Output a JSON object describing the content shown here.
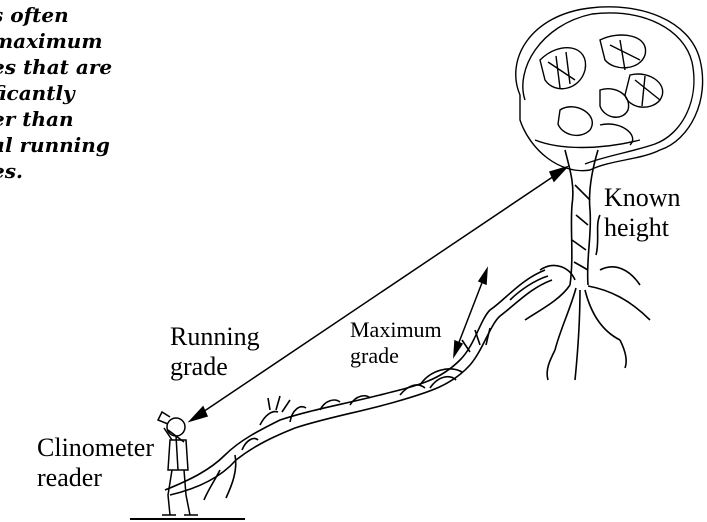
{
  "caption": {
    "lines": [
      "s often",
      "maximum",
      "es that are",
      "ficantly",
      "er than",
      "al running",
      "es."
    ]
  },
  "labels": {
    "known_height": [
      "Known",
      "height"
    ],
    "running_grade": [
      "Running",
      "grade"
    ],
    "maximum_grade": [
      "Maximum",
      "grade"
    ],
    "clinometer_reader": [
      "Clinometer",
      "reader"
    ]
  },
  "colors": {
    "ink": "#000000",
    "background": "#ffffff"
  }
}
